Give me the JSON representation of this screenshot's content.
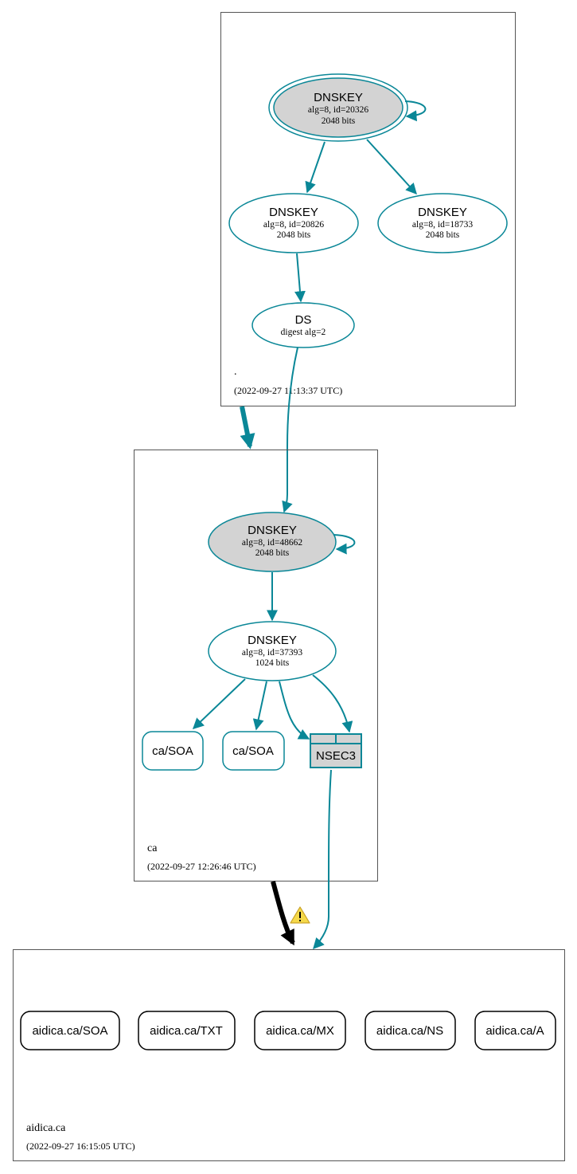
{
  "colors": {
    "edge": "#0a8797",
    "ksk_fill": "#d3d3d3",
    "zone_border": "#555555",
    "delegation_insecure": "#000000",
    "warning": "#f5d94a"
  },
  "zones": {
    "root": {
      "name": ".",
      "timestamp": "(2022-09-27 11:13:37 UTC)",
      "ksk": {
        "title": "DNSKEY",
        "line1": "alg=8, id=20326",
        "line2": "2048 bits"
      },
      "zsk_a": {
        "title": "DNSKEY",
        "line1": "alg=8, id=20826",
        "line2": "2048 bits"
      },
      "zsk_b": {
        "title": "DNSKEY",
        "line1": "alg=8, id=18733",
        "line2": "2048 bits"
      },
      "ds": {
        "title": "DS",
        "line1": "digest alg=2"
      }
    },
    "ca": {
      "name": "ca",
      "timestamp": "(2022-09-27 12:26:46 UTC)",
      "ksk": {
        "title": "DNSKEY",
        "line1": "alg=8, id=48662",
        "line2": "2048 bits"
      },
      "zsk": {
        "title": "DNSKEY",
        "line1": "alg=8, id=37393",
        "line2": "1024 bits"
      },
      "soa_1": "ca/SOA",
      "soa_2": "ca/SOA",
      "nsec3": "NSEC3"
    },
    "aidica": {
      "name": "aidica.ca",
      "timestamp": "(2022-09-27 16:15:05 UTC)",
      "records": [
        "aidica.ca/SOA",
        "aidica.ca/TXT",
        "aidica.ca/MX",
        "aidica.ca/NS",
        "aidica.ca/A"
      ]
    }
  },
  "icons": {
    "warning": "warning-triangle-icon"
  }
}
